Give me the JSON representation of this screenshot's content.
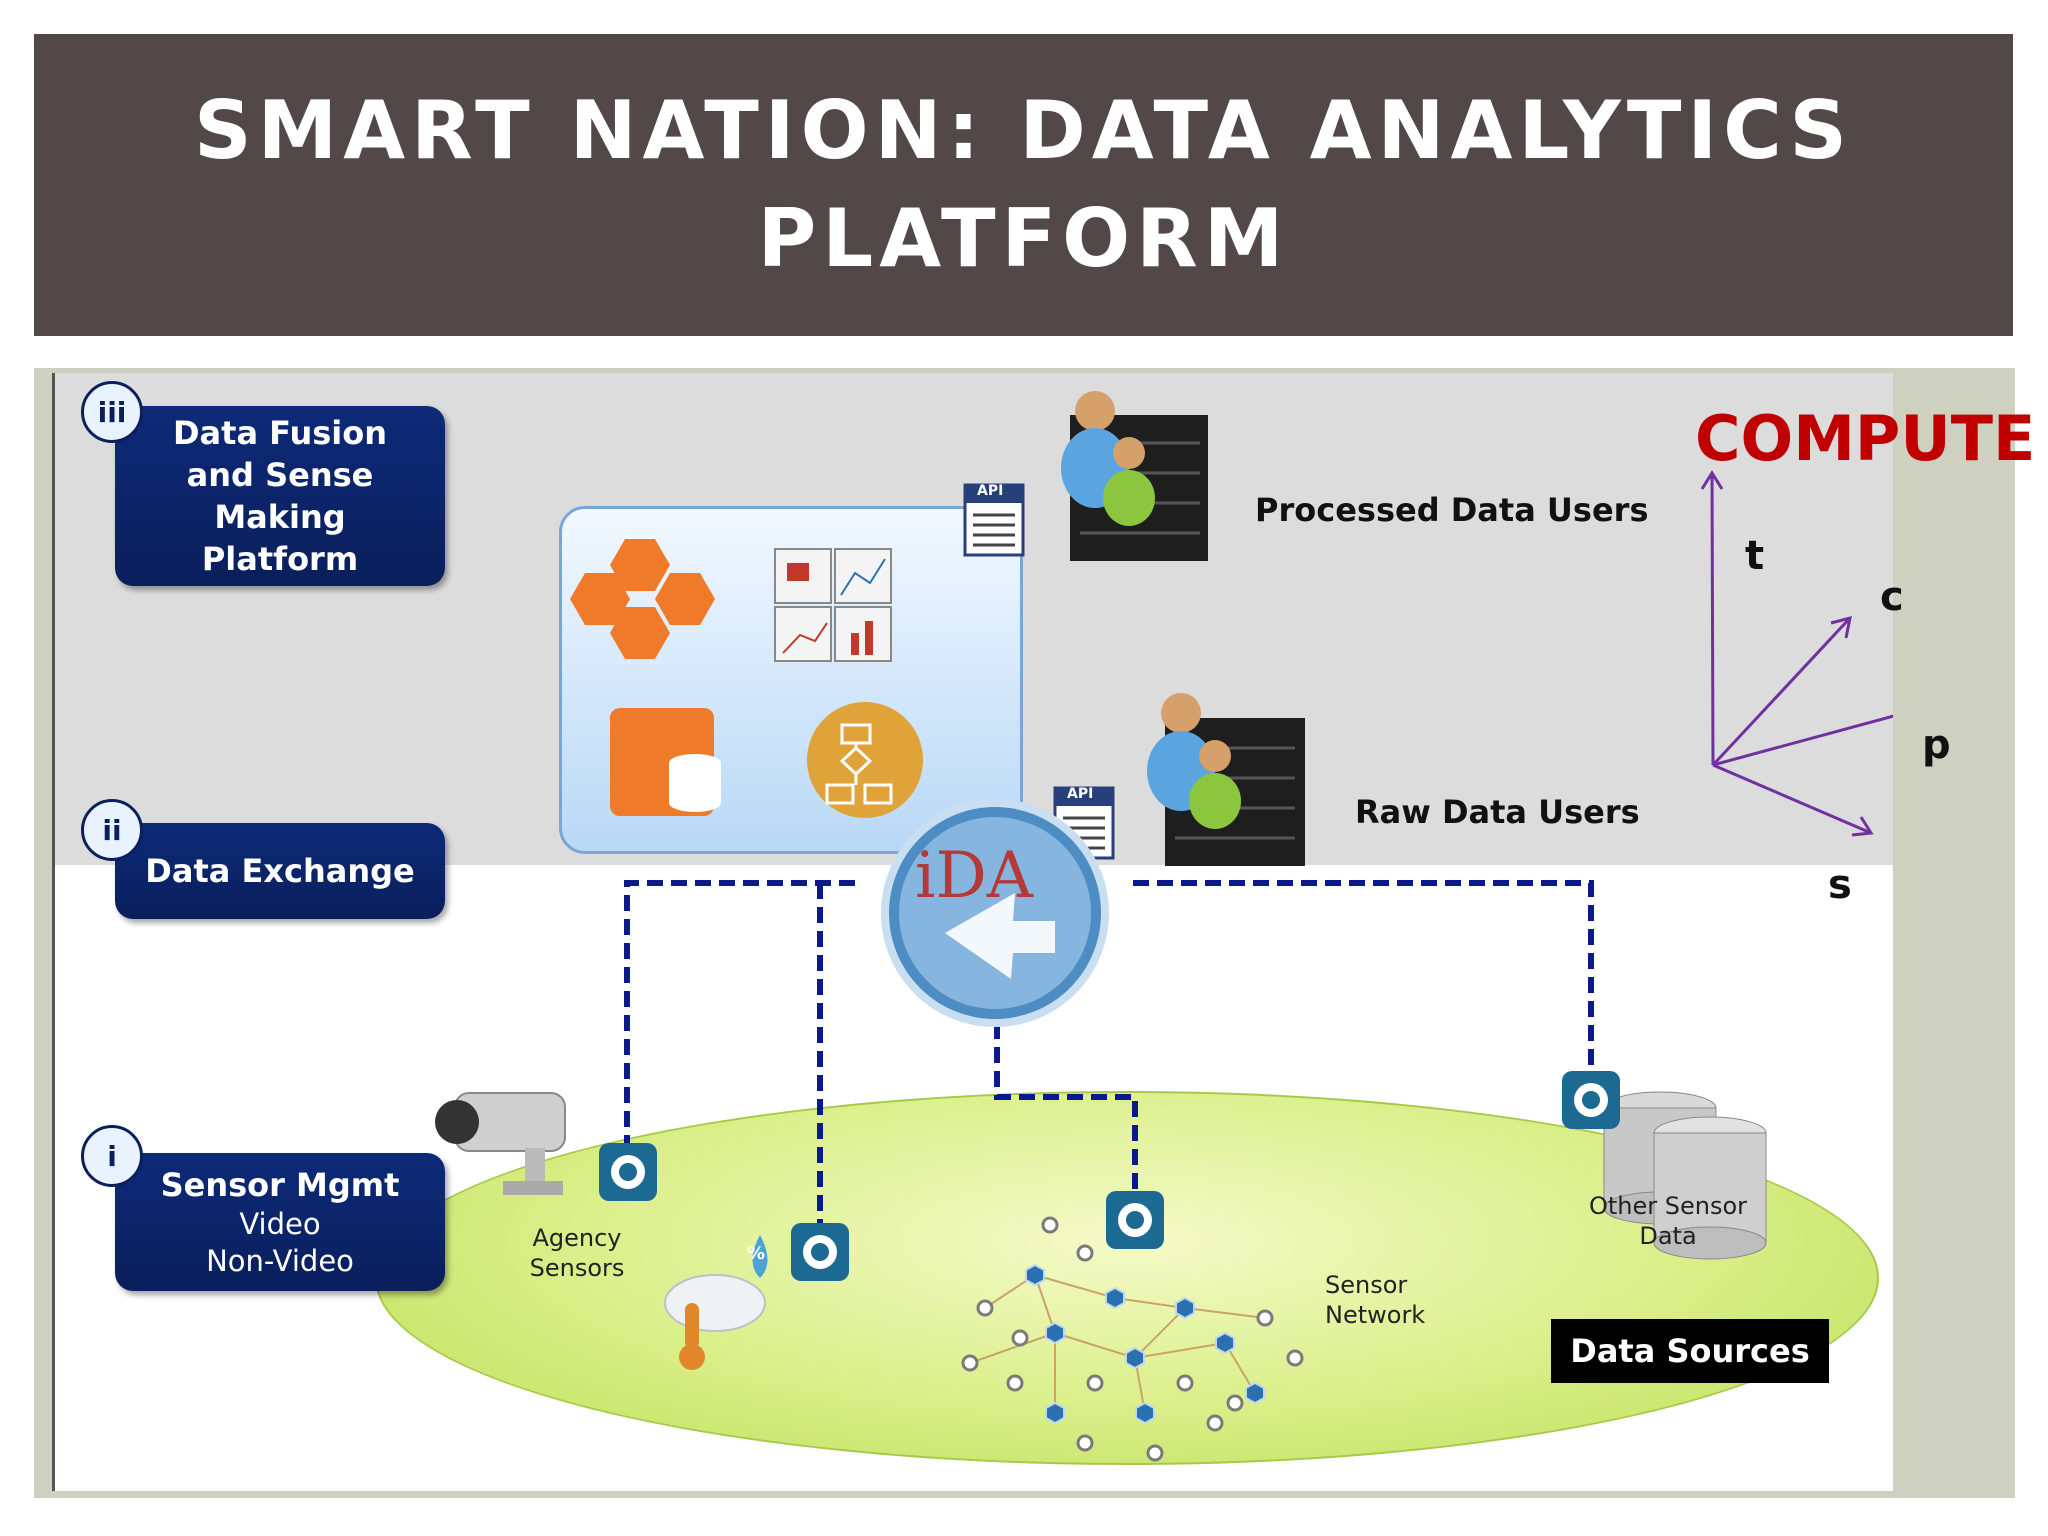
{
  "title": {
    "line1": "SMART NATION: DATA ANALYTICS",
    "line2": "PLATFORM"
  },
  "layers": [
    {
      "badge": "iii",
      "title": "Data Fusion and Sense Making Platform",
      "lines": [
        "Data Fusion",
        "and Sense",
        "Making",
        "Platform"
      ]
    },
    {
      "badge": "ii",
      "title": "Data Exchange"
    },
    {
      "badge": "i",
      "title": "Sensor Mgmt",
      "sub1": "Video",
      "sub2": "Non-Video"
    }
  ],
  "users": {
    "processed": "Processed Data Users",
    "raw": "Raw Data Users"
  },
  "api_label": "API",
  "ida_label": "iDA",
  "sources": {
    "agency_line1": "Agency",
    "agency_line2": "Sensors",
    "network_line1": "Sensor",
    "network_line2": "Network",
    "other_line1": "Other Sensor",
    "other_line2": "Data",
    "data_sources": "Data Sources"
  },
  "compute": {
    "label": "COMPUTE",
    "axes": [
      "t",
      "c",
      "p",
      "s"
    ],
    "arrow_color": "#7030a0"
  },
  "colors": {
    "title_bg": "#524848",
    "layer_bg": "#0a1f5c",
    "compute": "#c00000",
    "connector": "#0a1a8c",
    "hexagon_orange": "#ef7b2a"
  },
  "percent_glyph": "%"
}
